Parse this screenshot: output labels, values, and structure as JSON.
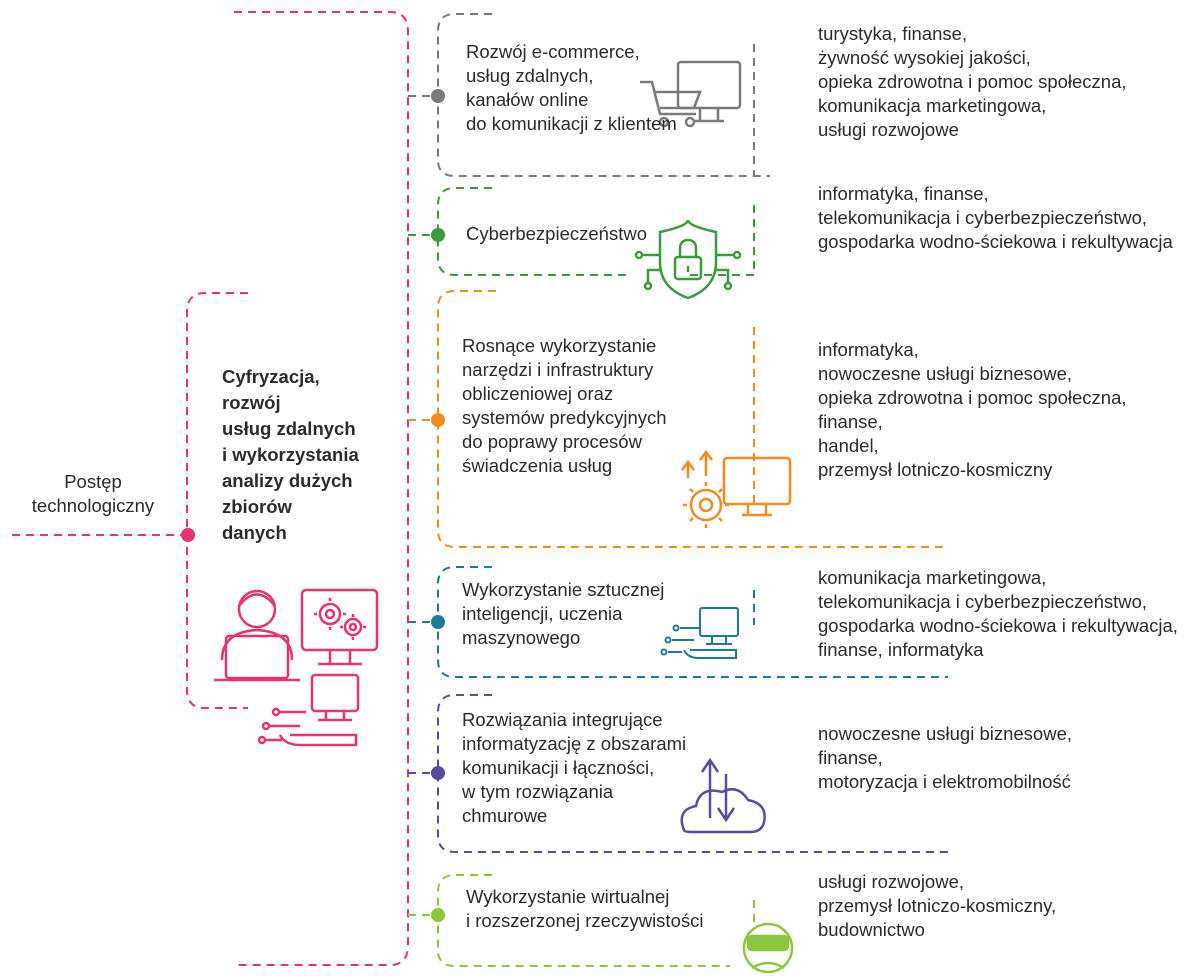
{
  "root_label": "Postęp\ntechnologiczny",
  "main_trend": "Cyfryzacja,\nrozwój\nusług zdalnych\ni wykorzystania\nanalizy dużych\nzbiorów\ndanych",
  "colors": {
    "root": "#e8336e",
    "grey": "#7a7a7a",
    "green": "#3c9a3c",
    "orange": "#f28c1e",
    "teal": "#1e7b93",
    "purple": "#5b4b9b",
    "lightgreen": "#8cc63f"
  },
  "trends": [
    {
      "label": "Rozwój e-commerce,\nusług zdalnych,\nkanałów online\ndo komunikacji z klientem",
      "sectors": "turystyka, finanse,\nżywność wysokiej jakości,\nopieka zdrowotna i pomoc społeczna,\nkomunikacja marketingowa,\nusługi rozwojowe",
      "icon": "shopping-cart-monitor-icon",
      "color": "grey"
    },
    {
      "label": "Cyberbezpieczeństwo",
      "sectors": "informatyka, finanse,\ntelekomunikacja i cyberbezpieczeństwo,\ngospodarka wodno-ściekowa i rekultywacja",
      "icon": "shield-lock-circuit-icon",
      "color": "green"
    },
    {
      "label": "Rosnące wykorzystanie\nnarzędzi i infrastruktury\nobliczeniowej oraz\nsystemów predykcyjnych\ndo poprawy procesów\nświadczenia usług",
      "sectors": "informatyka,\nnowoczesne usługi biznesowe,\nopieka zdrowotna i pomoc społeczna,\nfinanse,\nhandel,\nprzemysł lotniczo-kosmiczny",
      "icon": "gear-monitor-arrows-icon",
      "color": "orange"
    },
    {
      "label": "Wykorzystanie sztucznej\ninteligencji, uczenia\nmaszynowego",
      "sectors": "komunikacja marketingowa,\ntelekomunikacja i cyberbezpieczeństwo,\ngospodarka wodno-ściekowa i rekultywacja,\nfinanse, informatyka",
      "icon": "circuit-hand-computer-icon",
      "color": "teal"
    },
    {
      "label": "Rozwiązania integrujące\ninformatyzację z obszarami\nkomunikacji i łączności,\nw tym rozwiązania\nchmurowe",
      "sectors": "nowoczesne usługi biznesowe,\nfinanse,\nmotoryzacja i elektromobilność",
      "icon": "cloud-upload-download-icon",
      "color": "purple"
    },
    {
      "label": "Wykorzystanie wirtualnej\ni rozszerzonej rzeczywistości",
      "sectors": "usługi rozwojowe,\nprzemysł lotniczo-kosmiczny,\nbudownictwo",
      "icon": "vr-headset-person-icon",
      "color": "lightgreen"
    }
  ]
}
